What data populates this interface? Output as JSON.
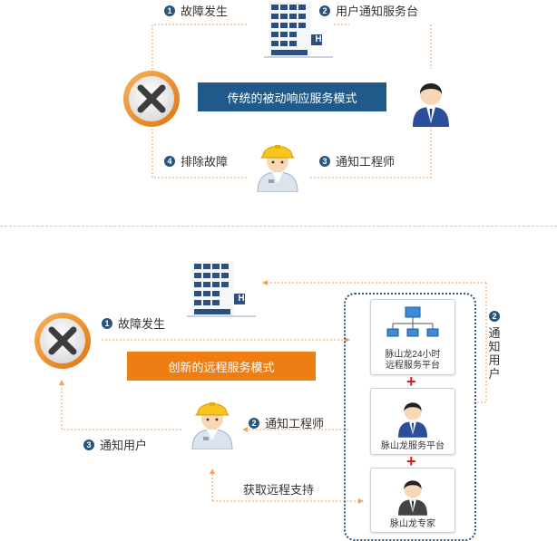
{
  "top": {
    "mode_label": "传统的被动响应服务模式",
    "steps": [
      {
        "num": "1",
        "label": "故障发生"
      },
      {
        "num": "2",
        "label": "用户通知服务台"
      },
      {
        "num": "3",
        "label": "通知工程师"
      },
      {
        "num": "4",
        "label": "排除故障"
      }
    ]
  },
  "bottom": {
    "mode_label": "创新的远程服务模式",
    "steps": [
      {
        "num": "1",
        "label": "故障发生"
      },
      {
        "num": "2",
        "label": "通知工程师"
      },
      {
        "num": "3",
        "label": "通知用户"
      }
    ],
    "vertical_step": {
      "num": "2",
      "label": "通知用户"
    },
    "support_label": "获取远程支持",
    "platform": {
      "cards": [
        {
          "label": "脉山龙24小时\n远程服务平台"
        },
        {
          "label": "脉山龙服务平台"
        },
        {
          "label": "脉山龙专家"
        }
      ],
      "plus_symbol": "+"
    }
  },
  "icons": {
    "building_mark": "H",
    "error": "x-circle-icon",
    "engineer": "engineer-icon",
    "user": "user-icon",
    "server": "server-network-icon"
  },
  "colors": {
    "top_banner": "#1f5a8a",
    "bottom_banner": "#ee7d14",
    "step_badge": "#27557d",
    "dash_line": "#f0a35c",
    "platform_border": "#27557d",
    "plus": "#e0191b"
  }
}
